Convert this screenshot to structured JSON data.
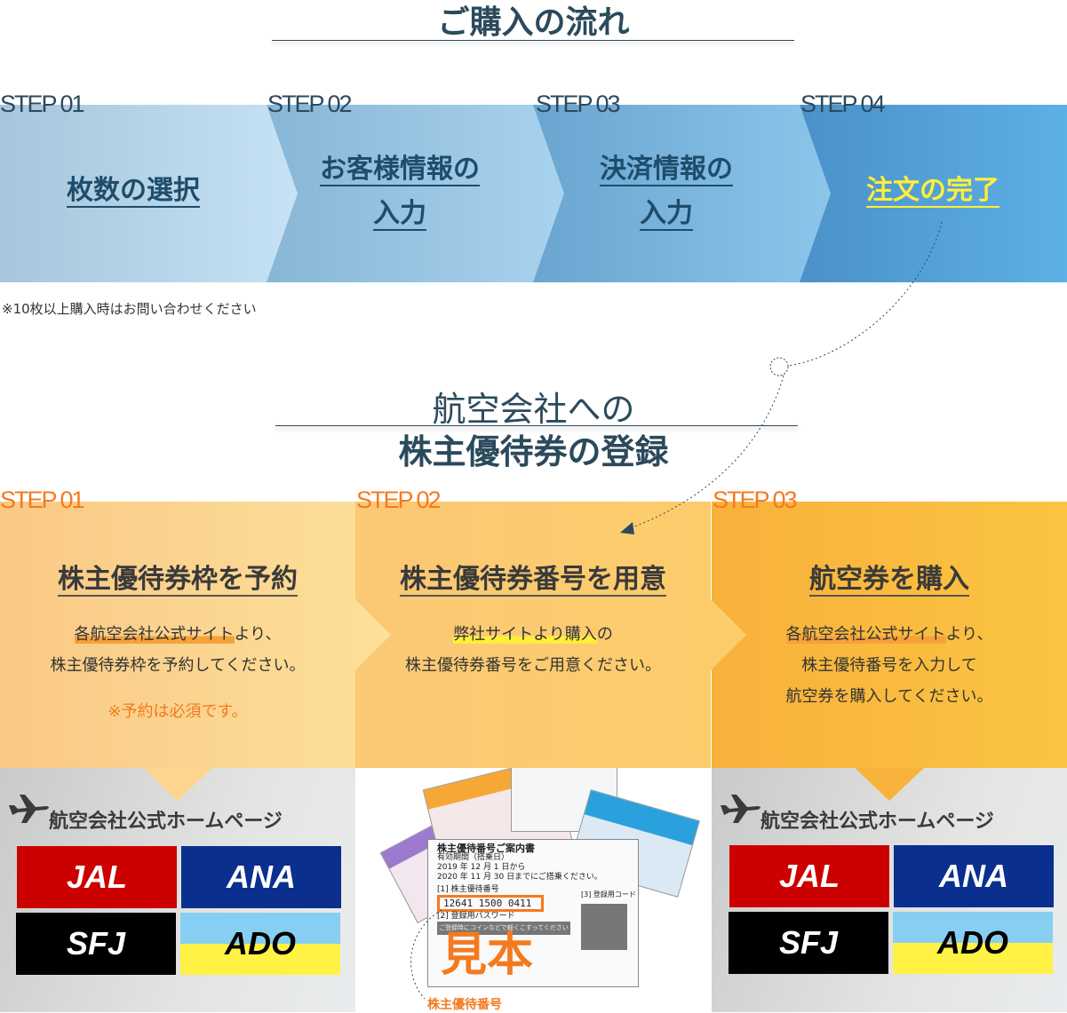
{
  "purchase_flow": {
    "title": "ご購入の流れ",
    "steps": [
      {
        "label": "STEP 01",
        "line1": "枚数の選択",
        "line2": ""
      },
      {
        "label": "STEP 02",
        "line1": "お客様情報の",
        "line2": "入力"
      },
      {
        "label": "STEP 03",
        "line1": "決済情報の",
        "line2": "入力"
      },
      {
        "label": "STEP 04",
        "line1": "注文の完了",
        "line2": ""
      }
    ],
    "note": "※10枚以上購入時はお問い合わせください"
  },
  "registration": {
    "title_line1": "航空会社への",
    "title_line2": "株主優待券の登録",
    "steps": [
      {
        "label": "STEP 01",
        "title": "株主優待券枠を予約",
        "desc_hl": "各航空会社公式サイト",
        "desc_a": "より、",
        "desc_b": "株主優待券枠を予約してください。",
        "desc_c": "",
        "required": "※予約は必須です。"
      },
      {
        "label": "STEP 02",
        "title": "株主優待券番号を用意",
        "desc_hl": "弊社サイトより購入",
        "desc_a": "の",
        "desc_b": "株主優待券番号をご用意ください。",
        "desc_c": ""
      },
      {
        "label": "STEP 03",
        "title": "航空券を購入",
        "desc_hl": "各航空会社公式サイト",
        "desc_a": "より、",
        "desc_b": "株主優待番号を入力して",
        "desc_c": "航空券を購入してください。"
      }
    ]
  },
  "homepage": {
    "title": "航空会社公式ホームページ",
    "airlines": [
      "JAL",
      "ANA",
      "SFJ",
      "ADO"
    ]
  },
  "sample": {
    "watermark": "見本",
    "doc_title": "株主優待番号ご案内書",
    "validity": "有効期間（搭乗日）",
    "date1": "2019 年 12 月 1 日から",
    "date2": "2020 年 11 月 30 日までにご搭乗ください。",
    "number_label": "[1] 株主優待番号",
    "number": "12641 1500 0411",
    "password_label": "[2] 登録用パスワード",
    "password": "ご登録時にコインなどで軽くこすってください",
    "code_label": "[3] 登録用コード",
    "caption": "株主優待番号"
  }
}
